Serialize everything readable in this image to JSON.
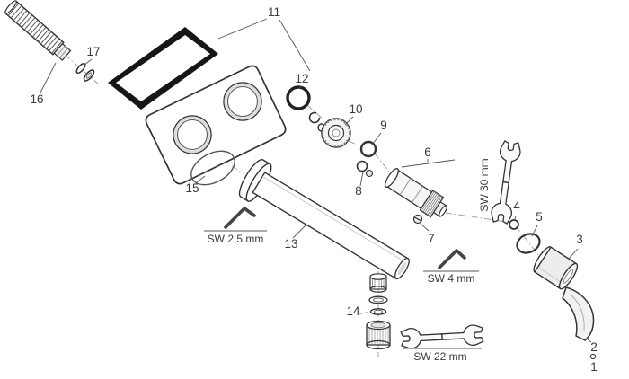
{
  "figure": {
    "background_color": "#ffffff",
    "ink_color": "#333333",
    "seal_color": "#161616",
    "part_labels": {
      "p1": "1",
      "p2": "2",
      "p3": "3",
      "p4": "4",
      "p5": "5",
      "p6": "6",
      "p7": "7",
      "p8": "8",
      "p9": "9",
      "p10": "10",
      "p11": "11",
      "p12": "12",
      "p13": "13",
      "p14": "14",
      "p15": "15",
      "p16": "16",
      "p17": "17"
    },
    "tool_labels": {
      "sw_2_5": "SW 2,5 mm",
      "sw_4": "SW 4 mm",
      "sw_22": "SW 22 mm",
      "sw_30": "SW 30 mm"
    }
  }
}
